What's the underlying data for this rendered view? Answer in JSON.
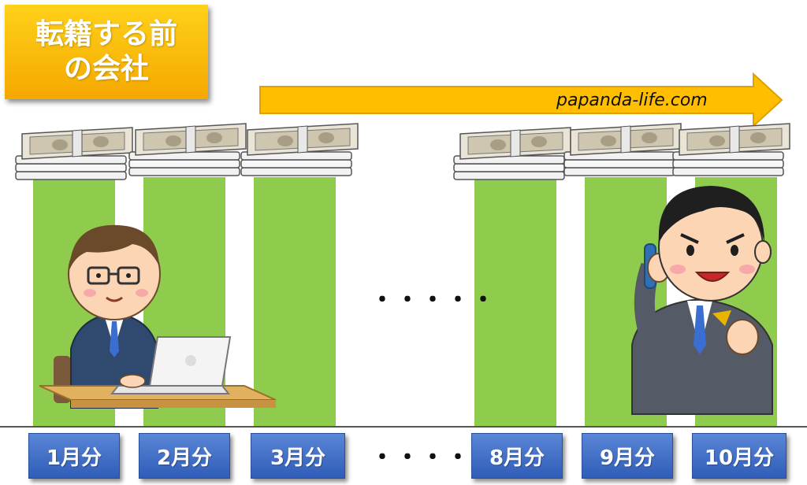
{
  "title": {
    "line1": "転籍する前",
    "line2": "の会社"
  },
  "arrow_label": "papanda-life.com",
  "months": [
    "1月分",
    "2月分",
    "3月分",
    "8月分",
    "9月分",
    "10月分"
  ],
  "ellipsis": "・・・・・",
  "colors": {
    "title_box": "#f5b800",
    "arrow": "#ffbf00",
    "bar": "#8fcc4d",
    "month_box": "#3a67c4"
  },
  "icons": [
    "money-stack-icon",
    "office-worker-at-laptop",
    "businessman-on-phone"
  ]
}
